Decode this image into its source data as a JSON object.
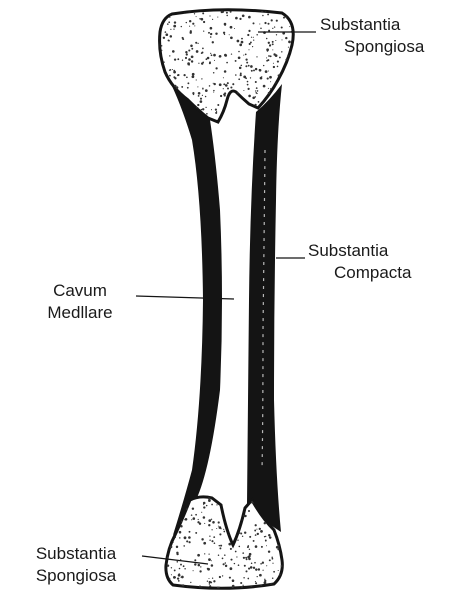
{
  "labels": {
    "top_spongy": {
      "line1": "Substantia",
      "line2": "Spongiosa"
    },
    "compact": {
      "line1": "Substantia",
      "line2": "Compacta"
    },
    "medullary": {
      "line1": "Cavum",
      "line2": "Medllare"
    },
    "bottom_spongy": {
      "line1": "Substantia",
      "line2": "Spongiosa"
    }
  },
  "colors": {
    "ink": "#141414",
    "bone_fill": "#ffffff",
    "stipple": "#333333"
  }
}
